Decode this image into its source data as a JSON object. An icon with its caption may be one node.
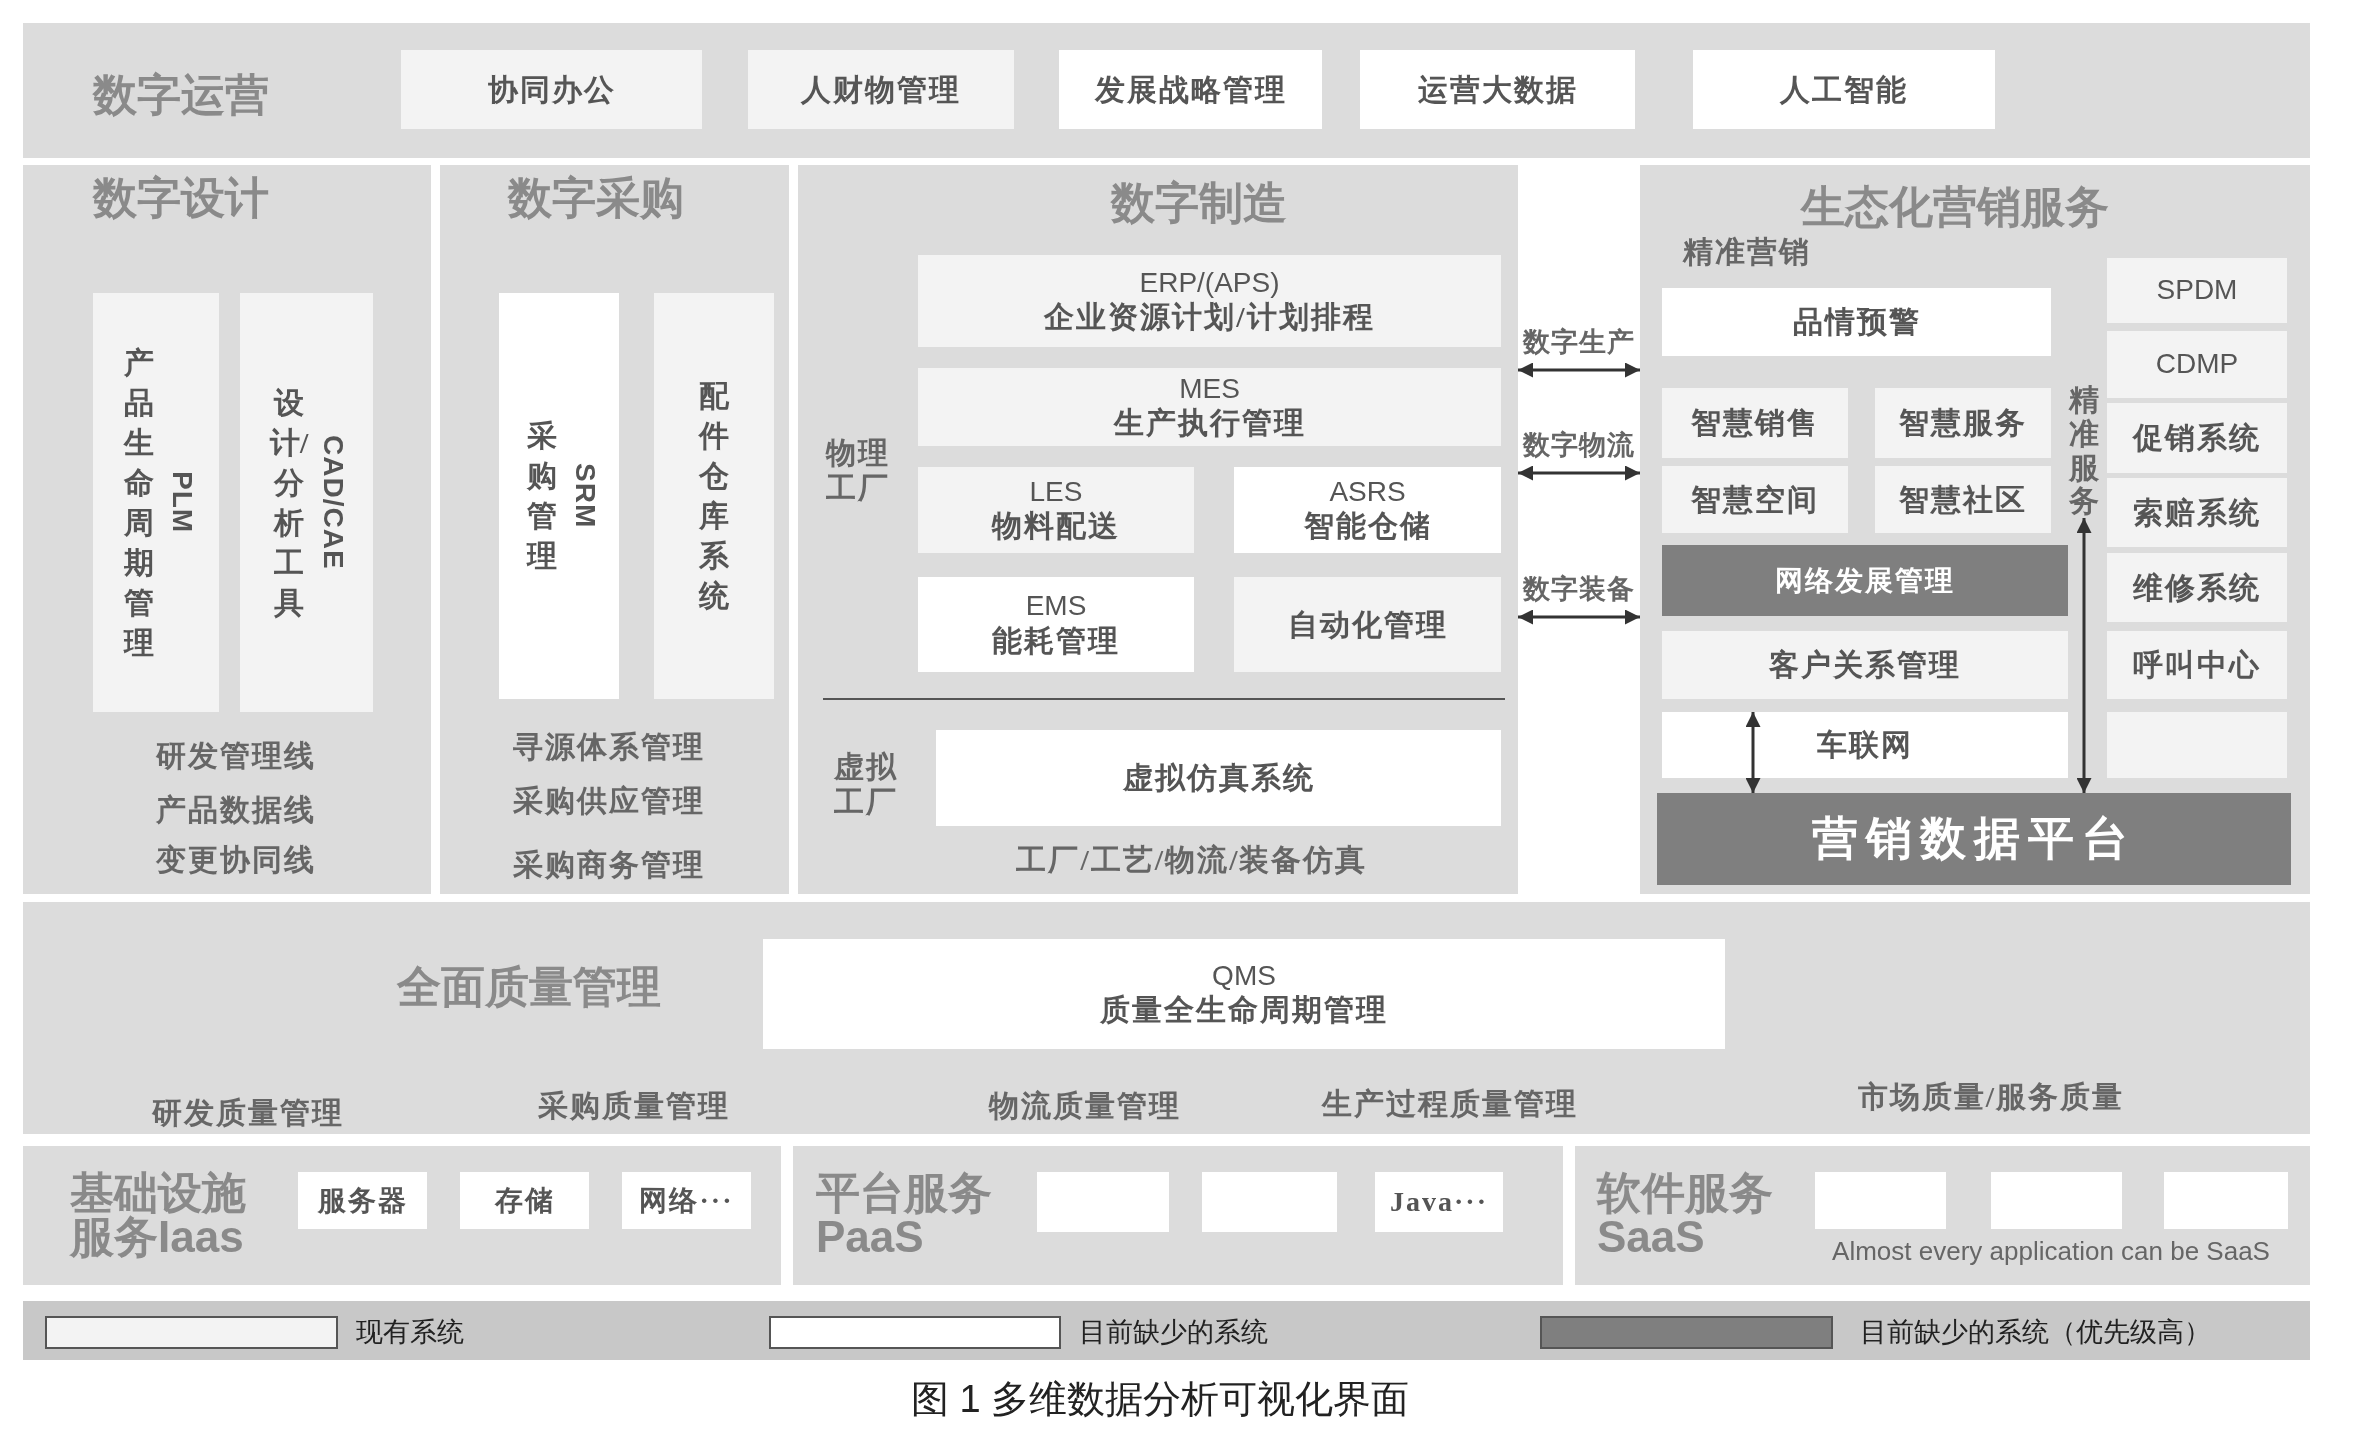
{
  "diagram": {
    "caption": "图 1 多维数据分析可视化界面",
    "nodes": [
      {
        "text": [
          "数字运营"
        ]
      },
      {
        "text": [
          "协同办公"
        ],
        "in": 0
      },
      {
        "text": [
          "人财物管理"
        ],
        "in": 0
      },
      {
        "text": [
          "发展战略管理"
        ],
        "in": 0
      },
      {
        "text": [
          "运营大数据"
        ],
        "in": 0
      },
      {
        "text": [
          "人工智能"
        ],
        "in": 0
      },
      {
        "text": [
          "数字设计",
          "研发管理线",
          "产品数据线",
          "变更协同线"
        ]
      },
      {
        "text": [
          "产品生命周期管理",
          "PLM"
        ],
        "in": 6
      },
      {
        "text": [
          "设计/分析工具",
          "CAD/CAE"
        ],
        "in": 6
      },
      {
        "text": [
          "数字采购",
          "寻源体系管理",
          "采购供应管理",
          "采购商务管理"
        ]
      },
      {
        "text": [
          "采购管理",
          "SRM"
        ],
        "in": 9
      },
      {
        "text": [
          "配件仓库系统"
        ],
        "in": 9
      },
      {
        "text": [
          "数字制造",
          "物理工厂",
          "虚拟工厂",
          "工厂/工艺/物流/装备仿真"
        ]
      },
      {
        "text": [
          "ERP/(APS)",
          "企业资源计划/计划排程"
        ],
        "in": 12
      },
      {
        "text": [
          "MES",
          "生产执行管理"
        ],
        "in": 12
      },
      {
        "text": [
          "LES",
          "物料配送"
        ],
        "in": 12
      },
      {
        "text": [
          "ASRS",
          "智能仓储"
        ],
        "in": 12
      },
      {
        "text": [
          "EMS",
          "能耗管理"
        ],
        "in": 12
      },
      {
        "text": [
          "自动化管理"
        ],
        "in": 12
      },
      {
        "text": [
          "虚拟仿真系统"
        ],
        "in": 12
      },
      {
        "text": [
          "生态化营销服务",
          "精准营销"
        ]
      },
      {
        "text": [
          "品情预警"
        ],
        "in": 20
      },
      {
        "text": [
          "SPDM"
        ],
        "in": 20
      },
      {
        "text": [
          "CDMP"
        ],
        "in": 20
      },
      {
        "text": [
          "智慧销售"
        ],
        "in": 20
      },
      {
        "text": [
          "智慧服务"
        ],
        "in": 20
      },
      {
        "text": [
          "精准服务"
        ],
        "in": 20
      },
      {
        "text": [
          "促销系统"
        ],
        "in": 20
      },
      {
        "text": [
          "智慧空间"
        ],
        "in": 20
      },
      {
        "text": [
          "智慧社区"
        ],
        "in": 20
      },
      {
        "text": [
          "索赔系统"
        ],
        "in": 20
      },
      {
        "text": [
          "网络发展管理"
        ],
        "in": 20
      },
      {
        "text": [
          "维修系统"
        ],
        "in": 20
      },
      {
        "text": [
          "客户关系管理"
        ],
        "in": 20
      },
      {
        "text": [
          "呼叫中心"
        ],
        "in": 20
      },
      {
        "text": [
          "车联网"
        ],
        "in": 20
      },
      {
        "text": [],
        "shape": "box",
        "in": 20
      },
      {
        "text": [
          "营销数据平台"
        ],
        "in": 20
      },
      {
        "text": [
          "全面质量管理",
          "研发质量管理",
          "采购质量管理",
          "物流质量管理",
          "生产过程质量管理",
          "市场质量/服务质量"
        ]
      },
      {
        "text": [
          "QMS",
          "质量全生命周期管理"
        ],
        "in": 38
      },
      {
        "text": [
          "基础设施服务Iaas"
        ]
      },
      {
        "text": [
          "服务器"
        ],
        "in": 40
      },
      {
        "text": [
          "存储"
        ],
        "in": 40
      },
      {
        "text": [
          "网络···"
        ],
        "in": 40
      },
      {
        "text": [
          "平台服务PaaS"
        ]
      },
      {
        "text": [],
        "shape": "box",
        "in": 44
      },
      {
        "text": [],
        "shape": "box",
        "in": 44
      },
      {
        "text": [
          "Java···"
        ],
        "in": 44
      },
      {
        "text": [
          "软件服务SaaS",
          "Almost every application can be SaaS"
        ]
      },
      {
        "text": [],
        "shape": "box",
        "in": 48
      },
      {
        "text": [],
        "shape": "box",
        "in": 48
      },
      {
        "text": [],
        "shape": "box",
        "in": 48
      }
    ],
    "edges": [
      {
        "from": 12,
        "to": 20,
        "arrow": "both",
        "label": "数字生产"
      },
      {
        "from": 12,
        "to": 20,
        "arrow": "both",
        "label": "数字物流"
      },
      {
        "from": 12,
        "to": 20,
        "arrow": "both",
        "label": "数字装备"
      },
      {
        "from": 35,
        "to": 37,
        "arrow": "both"
      },
      {
        "from": 26,
        "to": 37,
        "arrow": "both"
      }
    ],
    "legend": [
      {
        "text": "现有系统",
        "color": "#f3f3f3"
      },
      {
        "text": "目前缺少的系统",
        "color": "#ffffff"
      },
      {
        "text": "目前缺少的系统（优先级高）",
        "color": "#7f7f7f"
      }
    ]
  }
}
